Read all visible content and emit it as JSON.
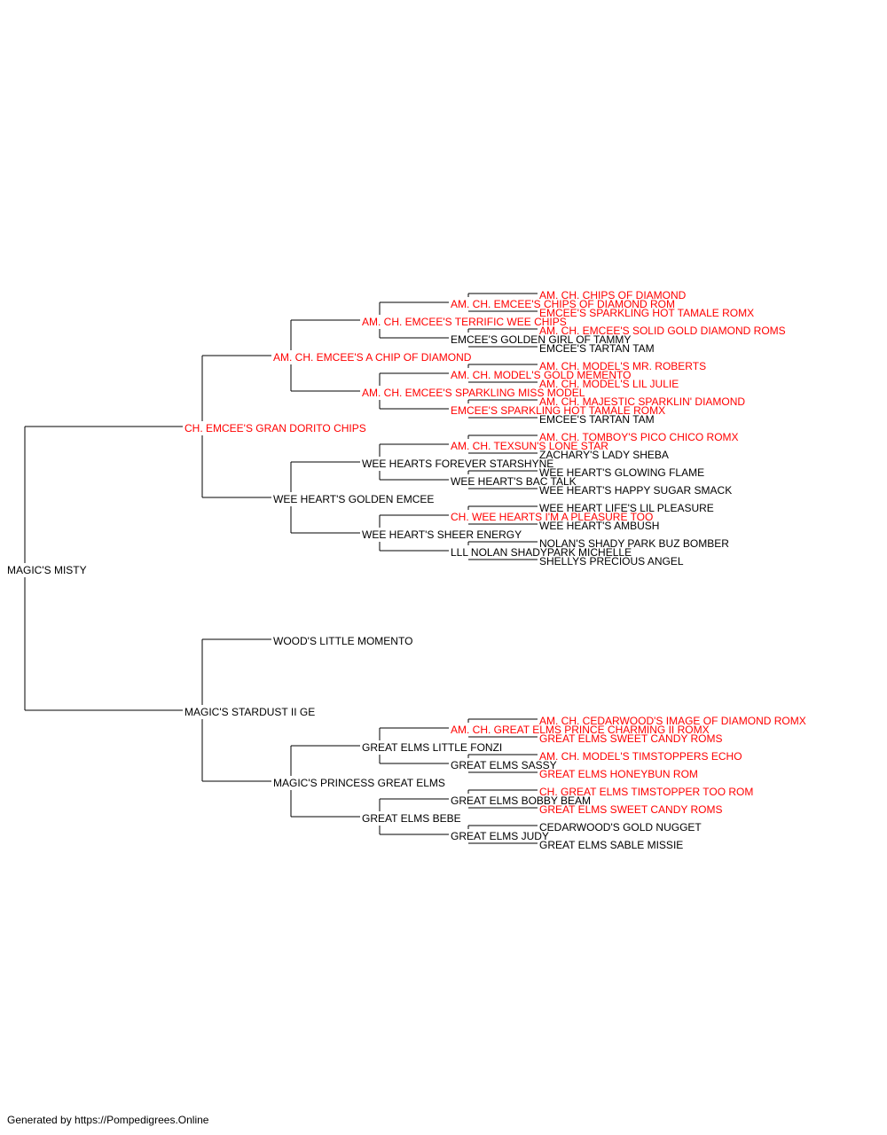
{
  "colors": {
    "champion": "#ff0000",
    "normal": "#000000",
    "line": "#000000"
  },
  "footer": {
    "text": "Generated by https://Pompedigrees.Online"
  },
  "pedigree": {
    "name": "MAGIC'S MISTY",
    "champion": false,
    "sire": {
      "name": "CH. EMCEE'S GRAN DORITO CHIPS",
      "champion": true,
      "sire": {
        "name": "AM. CH. EMCEE'S A CHIP OF DIAMOND",
        "champion": true,
        "sire": {
          "name": "AM. CH. EMCEE'S TERRIFIC WEE CHIPS",
          "champion": true,
          "sire": {
            "name": "AM. CH. EMCEE'S CHIPS OF DIAMOND ROM",
            "champion": true,
            "sire": {
              "name": "AM. CH. CHIPS OF DIAMOND",
              "champion": true
            },
            "dam": {
              "name": "EMCEE'S SPARKLING HOT TAMALE ROMX",
              "champion": true
            }
          },
          "dam": {
            "name": "EMCEE'S GOLDEN GIRL OF TAMMY",
            "champion": false,
            "sire": {
              "name": "AM. CH. EMCEE'S SOLID GOLD DIAMOND ROMS",
              "champion": true
            },
            "dam": {
              "name": "EMCEE'S TARTAN TAM",
              "champion": false
            }
          }
        },
        "dam": {
          "name": "AM. CH. EMCEE'S SPARKLING MISS MODEL",
          "champion": true,
          "sire": {
            "name": "AM. CH. MODEL'S GOLD MEMENTO",
            "champion": true,
            "sire": {
              "name": "AM. CH. MODEL'S MR. ROBERTS",
              "champion": true
            },
            "dam": {
              "name": "AM. CH. MODEL'S LIL JULIE",
              "champion": true
            }
          },
          "dam": {
            "name": "EMCEE'S SPARKLING HOT TAMALE ROMX",
            "champion": true,
            "sire": {
              "name": "AM. CH. MAJESTIC SPARKLIN' DIAMOND",
              "champion": true
            },
            "dam": {
              "name": "EMCEE'S TARTAN TAM",
              "champion": false
            }
          }
        }
      },
      "dam": {
        "name": "WEE HEART'S GOLDEN EMCEE",
        "champion": false,
        "sire": {
          "name": "WEE HEARTS FOREVER STARSHYNE",
          "champion": false,
          "sire": {
            "name": "AM. CH. TEXSUN'S LONE STAR",
            "champion": true,
            "sire": {
              "name": "AM. CH. TOMBOY'S PICO CHICO ROMX",
              "champion": true
            },
            "dam": {
              "name": "ZACHARY'S LADY SHEBA",
              "champion": false
            }
          },
          "dam": {
            "name": "WEE HEART'S BAC TALK",
            "champion": false,
            "sire": {
              "name": "WEE HEART'S GLOWING FLAME",
              "champion": false
            },
            "dam": {
              "name": "WEE HEART'S HAPPY SUGAR SMACK",
              "champion": false
            }
          }
        },
        "dam": {
          "name": "WEE HEART'S SHEER ENERGY",
          "champion": false,
          "sire": {
            "name": "CH. WEE HEARTS I'M A PLEASURE TOO",
            "champion": true,
            "sire": {
              "name": "WEE HEART LIFE'S LIL PLEASURE",
              "champion": false
            },
            "dam": {
              "name": "WEE HEART'S AMBUSH",
              "champion": false
            }
          },
          "dam": {
            "name": "LLL NOLAN SHADYPARK MICHELLE",
            "champion": false,
            "sire": {
              "name": "NOLAN'S SHADY PARK BUZ BOMBER",
              "champion": false
            },
            "dam": {
              "name": "SHELLYS PRECIOUS ANGEL",
              "champion": false
            }
          }
        }
      }
    },
    "dam": {
      "name": "MAGIC'S STARDUST II GE",
      "champion": false,
      "sire": {
        "name": "WOOD'S LITTLE MOMENTO",
        "champion": false
      },
      "dam": {
        "name": "MAGIC'S PRINCESS GREAT ELMS",
        "champion": false,
        "sire": {
          "name": "GREAT ELMS LITTLE FONZI",
          "champion": false,
          "sire": {
            "name": "AM. CH. GREAT ELMS PRINCE CHARMING II ROMX",
            "champion": true,
            "sire": {
              "name": "AM. CH. CEDARWOOD'S IMAGE OF DIAMOND ROMX",
              "champion": true
            },
            "dam": {
              "name": "GREAT ELMS SWEET CANDY ROMS",
              "champion": true
            }
          },
          "dam": {
            "name": "GREAT ELMS SASSY",
            "champion": false,
            "sire": {
              "name": "AM. CH. MODEL'S TIMSTOPPERS ECHO",
              "champion": true
            },
            "dam": {
              "name": "GREAT ELMS HONEYBUN ROM",
              "champion": true
            }
          }
        },
        "dam": {
          "name": "GREAT ELMS BEBE",
          "champion": false,
          "sire": {
            "name": "GREAT ELMS BOBBY BEAM",
            "champion": false,
            "sire": {
              "name": "CH. GREAT ELMS TIMSTOPPER TOO ROM",
              "champion": true
            },
            "dam": {
              "name": "GREAT ELMS SWEET CANDY ROMS",
              "champion": true
            }
          },
          "dam": {
            "name": "GREAT ELMS JUDY",
            "champion": false,
            "sire": {
              "name": "CEDARWOOD'S GOLD NUGGET",
              "champion": false
            },
            "dam": {
              "name": "GREAT ELMS SABLE MISSIE",
              "champion": false
            }
          }
        }
      }
    }
  }
}
